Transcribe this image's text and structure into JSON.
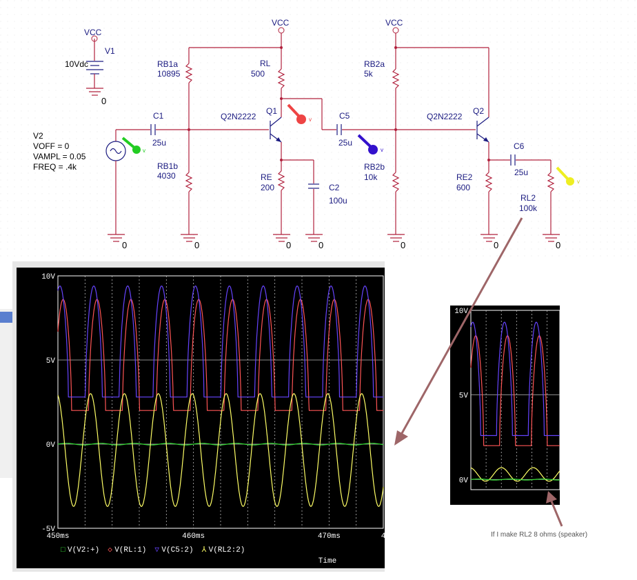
{
  "schematic": {
    "vcc1": "VCC",
    "vcc2": "VCC",
    "vcc3": "VCC",
    "v1_name": "V1",
    "v1_value": "10Vdc",
    "v2_name": "V2",
    "v2_voff": "VOFF = 0",
    "v2_vampl": "VAMPL = 0.05",
    "v2_freq": "FREQ = .4k",
    "rb1a_name": "RB1a",
    "rb1a_value": "10895",
    "rb1b_name": "RB1b",
    "rb1b_value": "4030",
    "rl_name": "RL",
    "rl_value": "500",
    "q1_name": "Q1",
    "q1_model": "Q2N2222",
    "re_name": "RE",
    "re_value": "200",
    "c1_name": "C1",
    "c1_value": "25u",
    "c2_name": "C2",
    "c2_value": "100u",
    "c5_name": "C5",
    "c5_value": "25u",
    "rb2a_name": "RB2a",
    "rb2a_value": "5k",
    "rb2b_name": "RB2b",
    "rb2b_value": "10k",
    "q2_name": "Q2",
    "q2_model": "Q2N2222",
    "re2_name": "RE2",
    "re2_value": "600",
    "c6_name": "C6",
    "c6_value": "25u",
    "rl2_name": "RL2",
    "rl2_value": "100k",
    "gnd": "0",
    "probe_v": "v"
  },
  "chart_data": [
    {
      "type": "line",
      "x_unit": "ms",
      "xlim": [
        450,
        474
      ],
      "ylim": [
        -5,
        10
      ],
      "x_ticks": [
        "450ms",
        "460ms",
        "470ms",
        "4"
      ],
      "y_ticks": [
        "10V",
        "5V",
        "0V",
        "-5V"
      ],
      "xlabel": "Time",
      "grid": true,
      "frequency_hz": 400,
      "series": [
        {
          "name": "V(V2:+)",
          "color": "#33dd33",
          "marker": "□",
          "min": -0.05,
          "max": 0.05
        },
        {
          "name": "V(RL:1)",
          "color": "#ff5555",
          "marker": "◇",
          "min": 2.0,
          "max": 8.6
        },
        {
          "name": "V(C5:2)",
          "color": "#6644ff",
          "marker": "▽",
          "min": 2.8,
          "max": 9.4
        },
        {
          "name": "V(RL2:2)",
          "color": "#ffff66",
          "marker": "⅄",
          "min": -3.7,
          "max": 3.0
        }
      ]
    },
    {
      "type": "line",
      "x_unit": "ms",
      "xlim": [
        450,
        457
      ],
      "ylim": [
        -0.6,
        10
      ],
      "y_ticks": [
        "10V",
        "5V",
        "0V"
      ],
      "grid": true,
      "frequency_hz": 400,
      "series": [
        {
          "color": "#ff5555",
          "min": 2.0,
          "max": 8.5
        },
        {
          "color": "#6644ff",
          "min": 2.6,
          "max": 9.3
        },
        {
          "color": "#ffff66",
          "min": -0.1,
          "max": 0.7
        },
        {
          "color": "#33dd33",
          "min": -0.03,
          "max": 0.03
        }
      ]
    }
  ],
  "annotation": {
    "note": "If I make RL2 8 ohms (speaker)"
  }
}
